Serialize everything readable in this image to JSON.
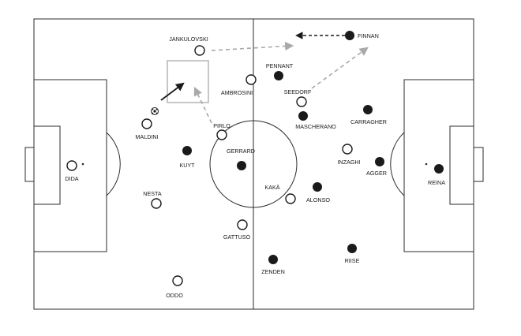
{
  "players": [
    {
      "id": "jankulovski",
      "name": "JANKULOVSKI",
      "team": "milan"
    },
    {
      "id": "maldini",
      "name": "MALDINI",
      "team": "milan"
    },
    {
      "id": "ambrosini",
      "name": "AMBROSINI",
      "team": "milan"
    },
    {
      "id": "pirlo",
      "name": "PIRLO",
      "team": "milan"
    },
    {
      "id": "dida",
      "name": "DIDA",
      "team": "milan"
    },
    {
      "id": "nesta",
      "name": "NESTA",
      "team": "milan"
    },
    {
      "id": "gattuso",
      "name": "GATTUSO",
      "team": "milan"
    },
    {
      "id": "oddo",
      "name": "ODDO",
      "team": "milan"
    },
    {
      "id": "seedorf",
      "name": "SEEDORF",
      "team": "milan"
    },
    {
      "id": "inzaghi",
      "name": "INZAGHI",
      "team": "milan"
    },
    {
      "id": "kaka",
      "name": "KAKÀ",
      "team": "milan"
    },
    {
      "id": "finnan",
      "name": "FINNAN",
      "team": "liverpool"
    },
    {
      "id": "pennant",
      "name": "PENNANT",
      "team": "liverpool"
    },
    {
      "id": "mascherano",
      "name": "MASCHERANO",
      "team": "liverpool"
    },
    {
      "id": "carragher",
      "name": "CARRAGHER",
      "team": "liverpool"
    },
    {
      "id": "kuyt",
      "name": "KUYT",
      "team": "liverpool"
    },
    {
      "id": "gerrard",
      "name": "GERRARD",
      "team": "liverpool"
    },
    {
      "id": "agger",
      "name": "AGGER",
      "team": "liverpool"
    },
    {
      "id": "reina",
      "name": "REINA",
      "team": "liverpool"
    },
    {
      "id": "alonso",
      "name": "ALONSO",
      "team": "liverpool"
    },
    {
      "id": "zenden",
      "name": "ZENDEN",
      "team": "liverpool"
    },
    {
      "id": "riise",
      "name": "RIISE",
      "team": "liverpool"
    }
  ],
  "colors": {
    "line": "#2b2b2b",
    "milan_fill": "#ffffff",
    "liverpool_fill": "#1a1a1a",
    "pass_arrow": "#a9a9a9",
    "run_arrow": "#1a1a1a",
    "highlight_box": "#a9a9a9"
  },
  "icons": {
    "ball": "football-icon"
  }
}
